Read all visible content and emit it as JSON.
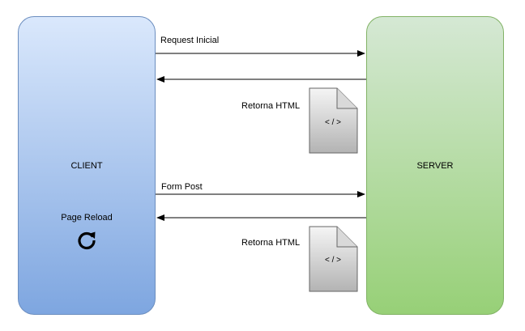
{
  "nodes": {
    "client": {
      "label": "CLIENT",
      "fill_top": "#dae8fc",
      "fill_bottom": "#7ea6e0",
      "stroke": "#6c8ebf"
    },
    "server": {
      "label": "SERVER",
      "fill_top": "#d5e8d4",
      "fill_bottom": "#97d077",
      "stroke": "#82b366"
    }
  },
  "client_extra": {
    "reload_label": "Page Reload",
    "reload_icon": "refresh-icon"
  },
  "edges": [
    {
      "from": "client",
      "to": "server",
      "label": "Request Inicial"
    },
    {
      "from": "server",
      "to": "client",
      "label": ""
    },
    {
      "from": "client",
      "to": "server",
      "label": "Form Post"
    },
    {
      "from": "server",
      "to": "client",
      "label": ""
    }
  ],
  "documents": [
    {
      "label": "Retorna HTML",
      "icon_text": "< / >",
      "icon": "html-document-icon"
    },
    {
      "label": "Retorna HTML",
      "icon_text": "< / >",
      "icon": "html-document-icon"
    }
  ]
}
